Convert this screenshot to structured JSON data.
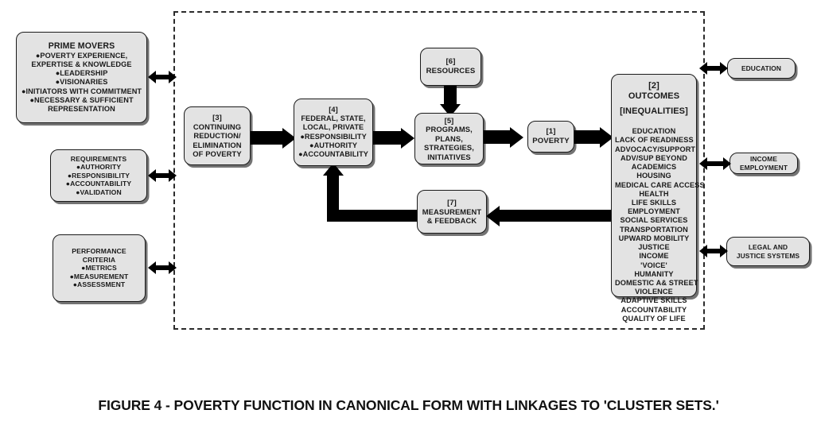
{
  "figure": {
    "caption": "FIGURE 4 - POVERTY FUNCTION IN CANONICAL FORM WITH LINKAGES TO 'CLUSTER SETS.'"
  },
  "left_cluster": [
    {
      "name": "prime-movers",
      "lines": [
        "PRIME MOVERS",
        "●POVERTY EXPERIENCE,",
        "EXPERTISE & KNOWLEDGE",
        "●LEADERSHIP",
        "●VISIONARIES",
        "●INITIATORS WITH COMMITMENT",
        "●NECESSARY & SUFFICIENT",
        "REPRESENTATION"
      ]
    },
    {
      "name": "requirements",
      "lines": [
        "REQUIREMENTS",
        "●AUTHORITY",
        "●RESPONSIBILITY",
        "●ACCOUNTABILITY",
        "●VALIDATION"
      ]
    },
    {
      "name": "performance-criteria",
      "lines": [
        "PERFORMANCE",
        "CRITERIA",
        "●METRICS",
        "●MEASUREMENT",
        "●ASSESSMENT"
      ]
    }
  ],
  "right_cluster": [
    {
      "name": "education",
      "lines": [
        "EDUCATION"
      ]
    },
    {
      "name": "income-employment",
      "lines": [
        "INCOME",
        "EMPLOYMENT"
      ]
    },
    {
      "name": "legal-justice-systems",
      "lines": [
        "LEGAL AND",
        "JUSTICE SYSTEMS"
      ]
    }
  ],
  "nodes": {
    "node3": {
      "tag": "[3]",
      "lines": [
        "[3]",
        "CONTINUING",
        "REDUCTION/",
        "ELIMINATION",
        "OF POVERTY"
      ]
    },
    "node4": {
      "tag": "[4]",
      "lines": [
        "[4]",
        "FEDERAL, STATE,",
        "LOCAL, PRIVATE",
        "●RESPONSIBILITY",
        "●AUTHORITY",
        "●ACCOUNTABILITY"
      ]
    },
    "node5": {
      "tag": "[5]",
      "lines": [
        "[5]",
        "PROGRAMS,",
        "PLANS,",
        "STRATEGIES,",
        "INITIATIVES"
      ]
    },
    "node6": {
      "tag": "[6]",
      "lines": [
        "[6]",
        "RESOURCES"
      ]
    },
    "node1": {
      "tag": "[1]",
      "lines": [
        "[1]",
        "POVERTY"
      ]
    },
    "node7": {
      "tag": "[7]",
      "lines": [
        "[7]",
        "MEASUREMENT",
        "& FEEDBACK"
      ]
    },
    "node2": {
      "tag": "[2]",
      "header": [
        "[2]",
        "OUTCOMES",
        "[INEQUALITIES]"
      ],
      "items": [
        "EDUCATION",
        "LACK OF READINESS",
        "ADVOCACY/SUPPORT",
        "ADV/SUP BEYOND",
        "ACADEMICS",
        "HOUSING",
        "MEDICAL CARE ACCESS",
        "HEALTH",
        "LIFE SKILLS",
        "EMPLOYMENT",
        "SOCIAL SERVICES",
        "TRANSPORTATION",
        "UPWARD MOBILITY",
        "JUSTICE",
        "INCOME",
        "'VOICE'",
        "HUMANITY",
        "DOMESTIC A& STREET",
        "VIOLENCE",
        "ADAPTIVE SKILLS",
        "ACCOUNTABILITY",
        "QUALITY OF LIFE"
      ]
    }
  },
  "colors": {
    "box_fill": "#e3e3e3",
    "box_stroke": "#1a1a1a",
    "arrow": "#000000",
    "boundary": "#2b2b2b",
    "page_background": "#ffffff"
  }
}
